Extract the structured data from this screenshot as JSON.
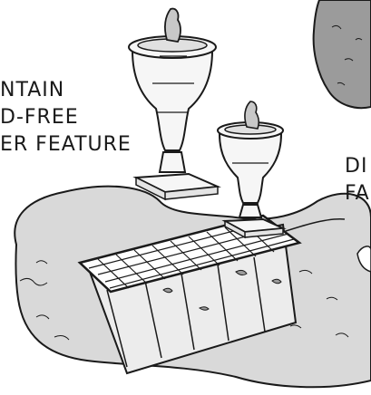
{
  "labels": {
    "left_line1": "NTAIN",
    "left_line2": "D-FREE",
    "left_line3": "ER FEATURE",
    "right_line1": "DI",
    "right_line2": "FA"
  },
  "colors": {
    "stroke": "#1a1a1a",
    "ground_shade": "#d9d9d9",
    "rock_fill": "#9b9b9b",
    "urn_fill": "#f6f6f6",
    "basin_fill": "#ececec"
  }
}
